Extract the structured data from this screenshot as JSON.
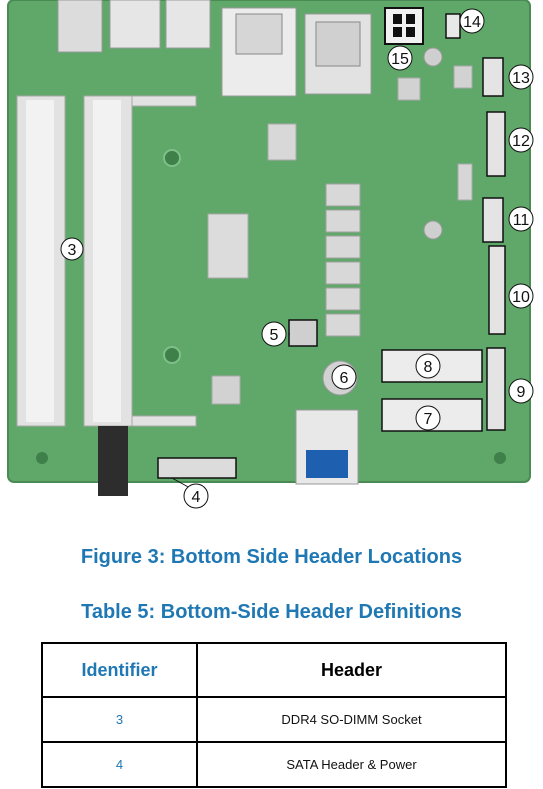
{
  "figure": {
    "caption": "Figure 3: Bottom Side Header Locations",
    "callouts": [
      "3",
      "4",
      "5",
      "6",
      "7",
      "8",
      "9",
      "10",
      "11",
      "12",
      "13",
      "14",
      "15"
    ]
  },
  "table": {
    "title": "Table 5: Bottom-Side Header Definitions",
    "columns": [
      "Identifier",
      "Header"
    ],
    "rows": [
      {
        "identifier": "3",
        "header": "DDR4 SO-DIMM Socket"
      },
      {
        "identifier": "4",
        "header": "SATA Header & Power"
      }
    ]
  },
  "colors": {
    "accent": "#1f78b4",
    "board": "#5fa86a",
    "board_dark": "#4f9659"
  }
}
